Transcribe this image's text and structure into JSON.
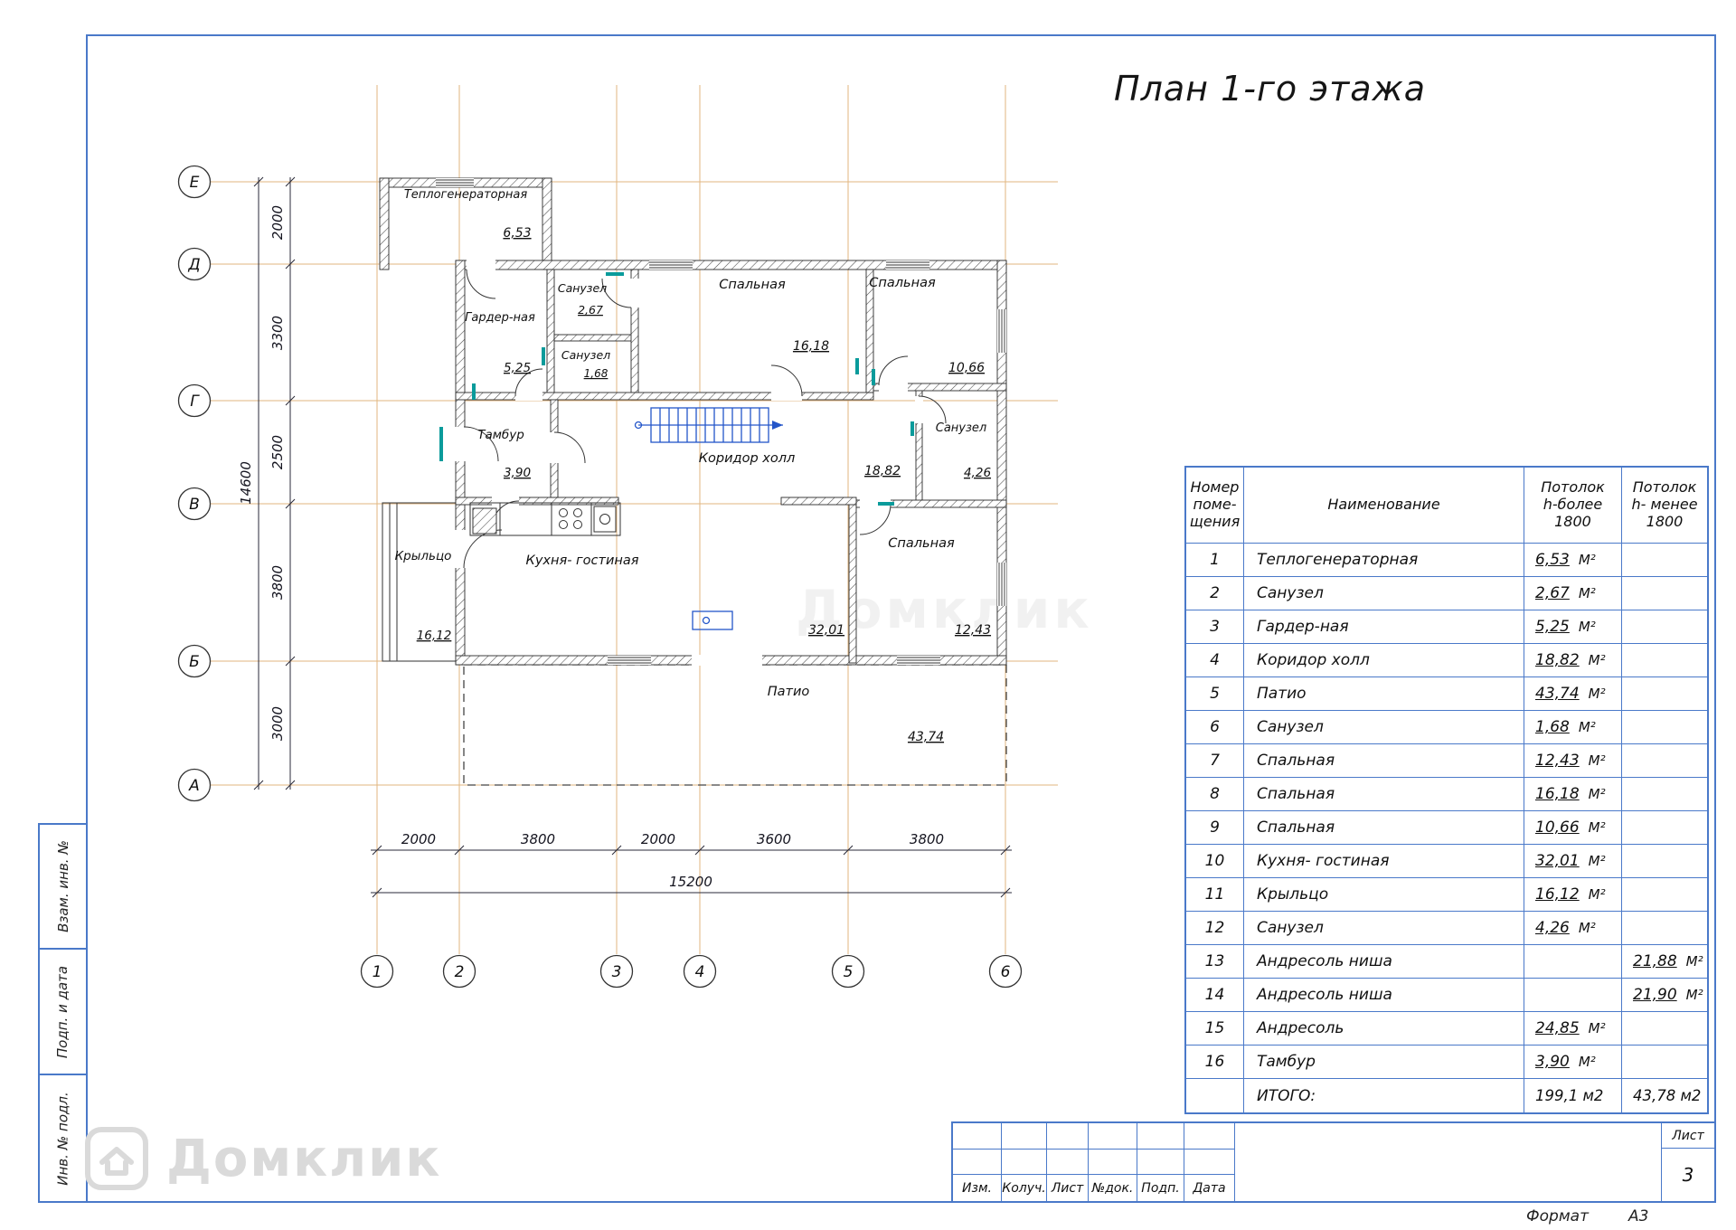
{
  "title": "План 1-го этажа",
  "colors": {
    "frame_blue": "#4a79c9",
    "grid_tan": "#e2b57f",
    "door_teal": "#0a9b9b",
    "fixture_blue": "#2456c9"
  },
  "plan": {
    "axis_rows": [
      "Е",
      "Д",
      "Г",
      "В",
      "Б",
      "А"
    ],
    "axis_cols": [
      "1",
      "2",
      "3",
      "4",
      "5",
      "6"
    ],
    "dims_left": [
      "2000",
      "3300",
      "2500",
      "3800",
      "3000"
    ],
    "dim_left_total": "14600",
    "dims_bottom": [
      "2000",
      "3800",
      "2000",
      "3600",
      "3800"
    ],
    "dim_bottom_total": "15200",
    "rooms": [
      {
        "name": "Теплогенераторная",
        "area": "6,53"
      },
      {
        "name": "Санузел",
        "area": "2,67"
      },
      {
        "name": "Гардер-ная",
        "area": "5,25"
      },
      {
        "name": "Санузел",
        "area": "1,68"
      },
      {
        "name": "Спальная",
        "area": "16,18"
      },
      {
        "name": "Спальная",
        "area": "10,66"
      },
      {
        "name": "Тамбур",
        "area": "3,90"
      },
      {
        "name": "Коридор холл",
        "area": "18,82"
      },
      {
        "name": "Санузел",
        "area": "4,26"
      },
      {
        "name": "Кухня- гостиная",
        "area": "32,01"
      },
      {
        "name": "Крыльцо",
        "area": "16,12"
      },
      {
        "name": "Спальная",
        "area": "12,43"
      },
      {
        "name": "Патио",
        "area": "43,74"
      }
    ]
  },
  "table": {
    "headers": {
      "num": "Номер\nпоме-\nщения",
      "name": "Наименование",
      "more": "Потолок\nh-более\n1800",
      "less": "Потолок\nh- менее\n1800"
    },
    "unit": "М²",
    "rows": [
      {
        "n": "1",
        "name": "Теплогенераторная",
        "more": "6,53",
        "less": ""
      },
      {
        "n": "2",
        "name": "Санузел",
        "more": "2,67",
        "less": ""
      },
      {
        "n": "3",
        "name": "Гардер-ная",
        "more": "5,25",
        "less": ""
      },
      {
        "n": "4",
        "name": "Коридор холл",
        "more": "18,82",
        "less": ""
      },
      {
        "n": "5",
        "name": "Патио",
        "more": "43,74",
        "less": ""
      },
      {
        "n": "6",
        "name": "Санузел",
        "more": "1,68",
        "less": ""
      },
      {
        "n": "7",
        "name": "Спальная",
        "more": "12,43",
        "less": ""
      },
      {
        "n": "8",
        "name": "Спальная",
        "more": "16,18",
        "less": ""
      },
      {
        "n": "9",
        "name": "Спальная",
        "more": "10,66",
        "less": ""
      },
      {
        "n": "10",
        "name": "Кухня- гостиная",
        "more": "32,01",
        "less": ""
      },
      {
        "n": "11",
        "name": "Крыльцо",
        "more": "16,12",
        "less": ""
      },
      {
        "n": "12",
        "name": "Санузел",
        "more": "4,26",
        "less": ""
      },
      {
        "n": "13",
        "name": "Андресоль ниша",
        "more": "",
        "less": "21,88"
      },
      {
        "n": "14",
        "name": "Андресоль ниша",
        "more": "",
        "less": "21,90"
      },
      {
        "n": "15",
        "name": "Андресоль",
        "more": "24,85",
        "less": ""
      },
      {
        "n": "16",
        "name": "Тамбур",
        "more": "3,90",
        "less": ""
      }
    ],
    "total": {
      "label": "ИТОГО:",
      "more": "199,1 м2",
      "less": "43,78 м2"
    }
  },
  "titleblock": {
    "labels": [
      "Изм.",
      "Колуч.",
      "Лист",
      "№док.",
      "Подп.",
      "Дата"
    ],
    "sheet_label": "Лист",
    "sheet_number": "3",
    "format_label": "Формат",
    "format_value": "А3"
  },
  "side_labels": [
    "Взам. инв. №",
    "Подп. и дата",
    "Инв. № подл."
  ],
  "watermark": {
    "text": "Домклик"
  }
}
